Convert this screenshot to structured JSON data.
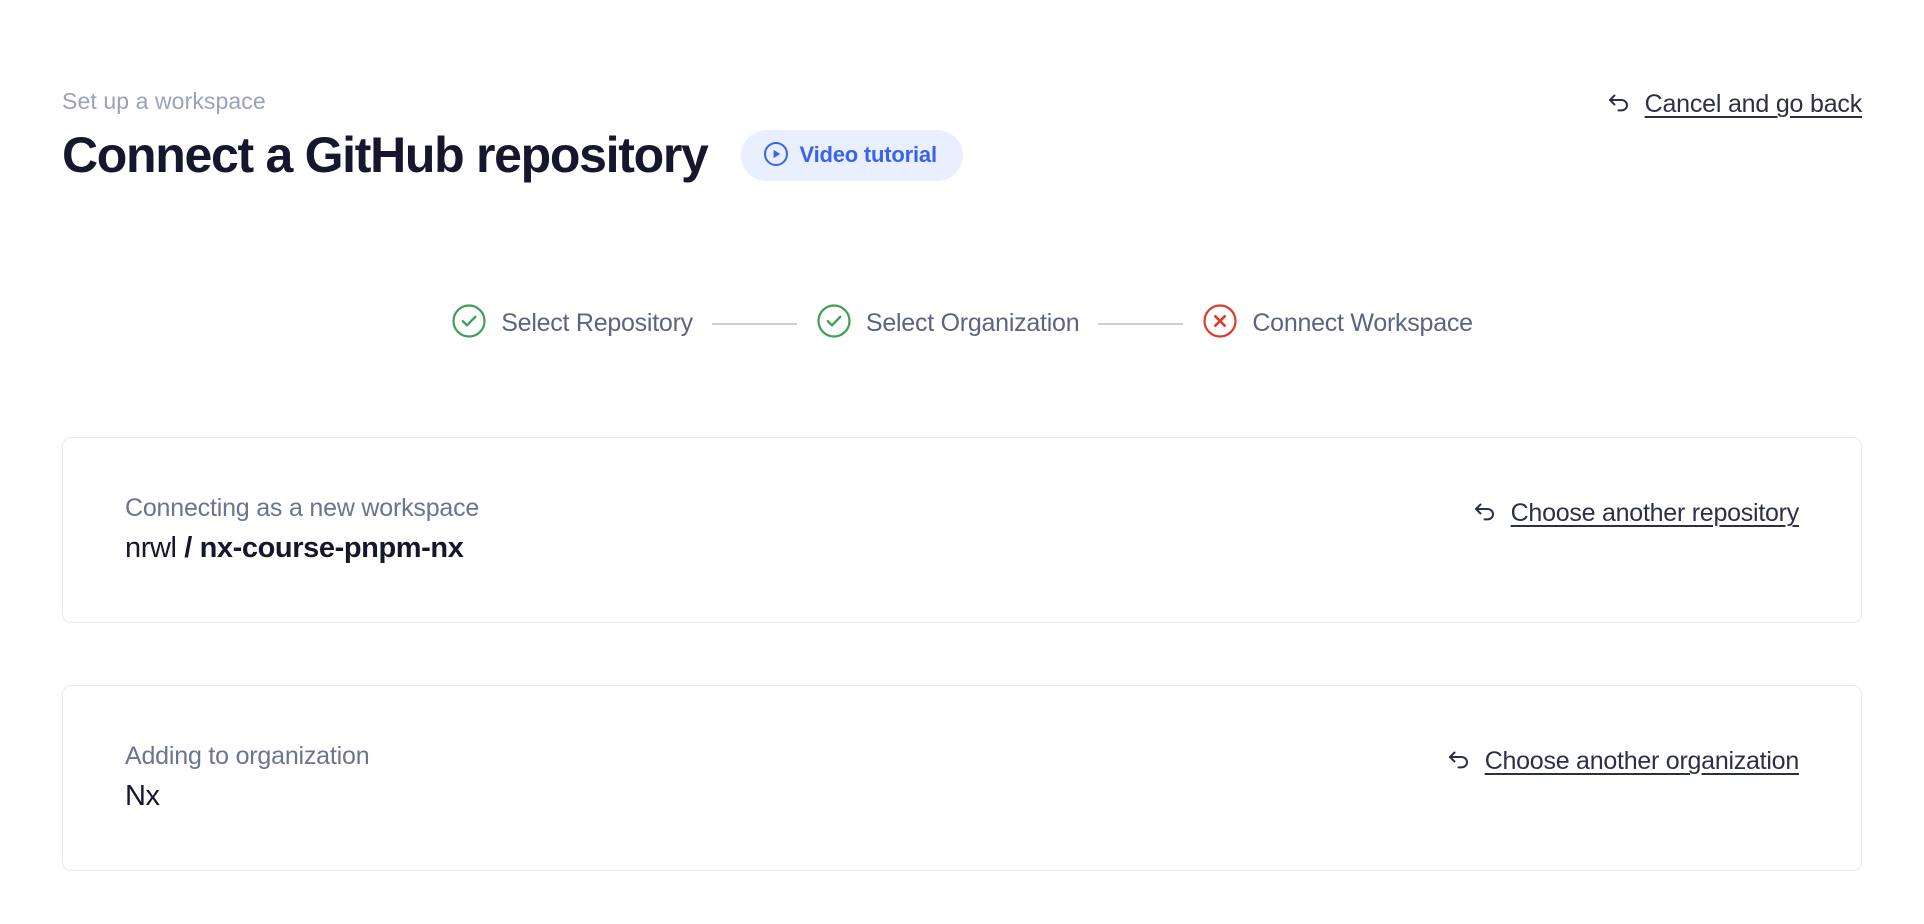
{
  "header": {
    "breadcrumb": "Set up a workspace",
    "title": "Connect a GitHub repository",
    "video_tutorial": {
      "label": "Video tutorial",
      "icon": "play-circle-icon",
      "accent_color": "#3b63e8",
      "background_color": "#e9efff"
    },
    "cancel": {
      "label": "Cancel and go back",
      "icon": "undo-arrow-icon"
    }
  },
  "stepper": {
    "connector_color": "#c9cfdf",
    "steps": [
      {
        "label": "Select Repository",
        "state": "complete",
        "icon": "check-circle-icon",
        "color": "#3f9e5a"
      },
      {
        "label": "Select Organization",
        "state": "complete",
        "icon": "check-circle-icon",
        "color": "#3f9e5a"
      },
      {
        "label": "Connect Workspace",
        "state": "error",
        "icon": "x-circle-icon",
        "color": "#dc3c26"
      }
    ]
  },
  "cards": {
    "repository": {
      "caption": "Connecting as a new workspace",
      "owner": "nrwl",
      "separator": "/",
      "name": "nx-course-pnpm-nx",
      "action": {
        "label": "Choose another repository",
        "icon": "undo-arrow-icon"
      }
    },
    "organization": {
      "caption": "Adding to organization",
      "value": "Nx",
      "action": {
        "label": "Choose another organization",
        "icon": "undo-arrow-icon"
      }
    }
  }
}
